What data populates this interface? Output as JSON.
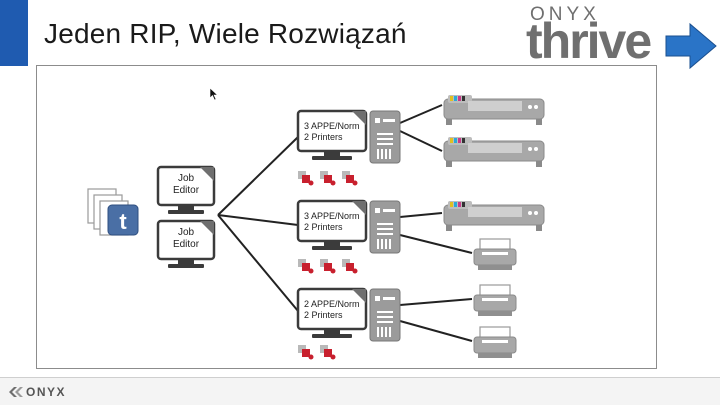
{
  "slide": {
    "title": "Jeden RIP, Wiele Rozwiązań"
  },
  "logo": {
    "small_text": "ONYX",
    "big_text": "thrive",
    "arrow_color": "#2a74c7"
  },
  "diagram": {
    "job_editors": [
      {
        "line1": "Job",
        "line2": "Editor"
      },
      {
        "line1": "Job",
        "line2": "Editor"
      }
    ],
    "rip_servers": [
      {
        "line1": "3 APPE/Norm",
        "line2": "2 Printers"
      },
      {
        "line1": "3 APPE/Norm",
        "line2": "2 Printers"
      },
      {
        "line1": "2 APPE/Norm",
        "line2": "2 Printers"
      }
    ]
  },
  "footer": {
    "brand": "ONYX"
  },
  "colors": {
    "accent_blue": "#1f5bb0",
    "brand_gray": "#6f6f6f",
    "icon_red": "#c8202e"
  }
}
